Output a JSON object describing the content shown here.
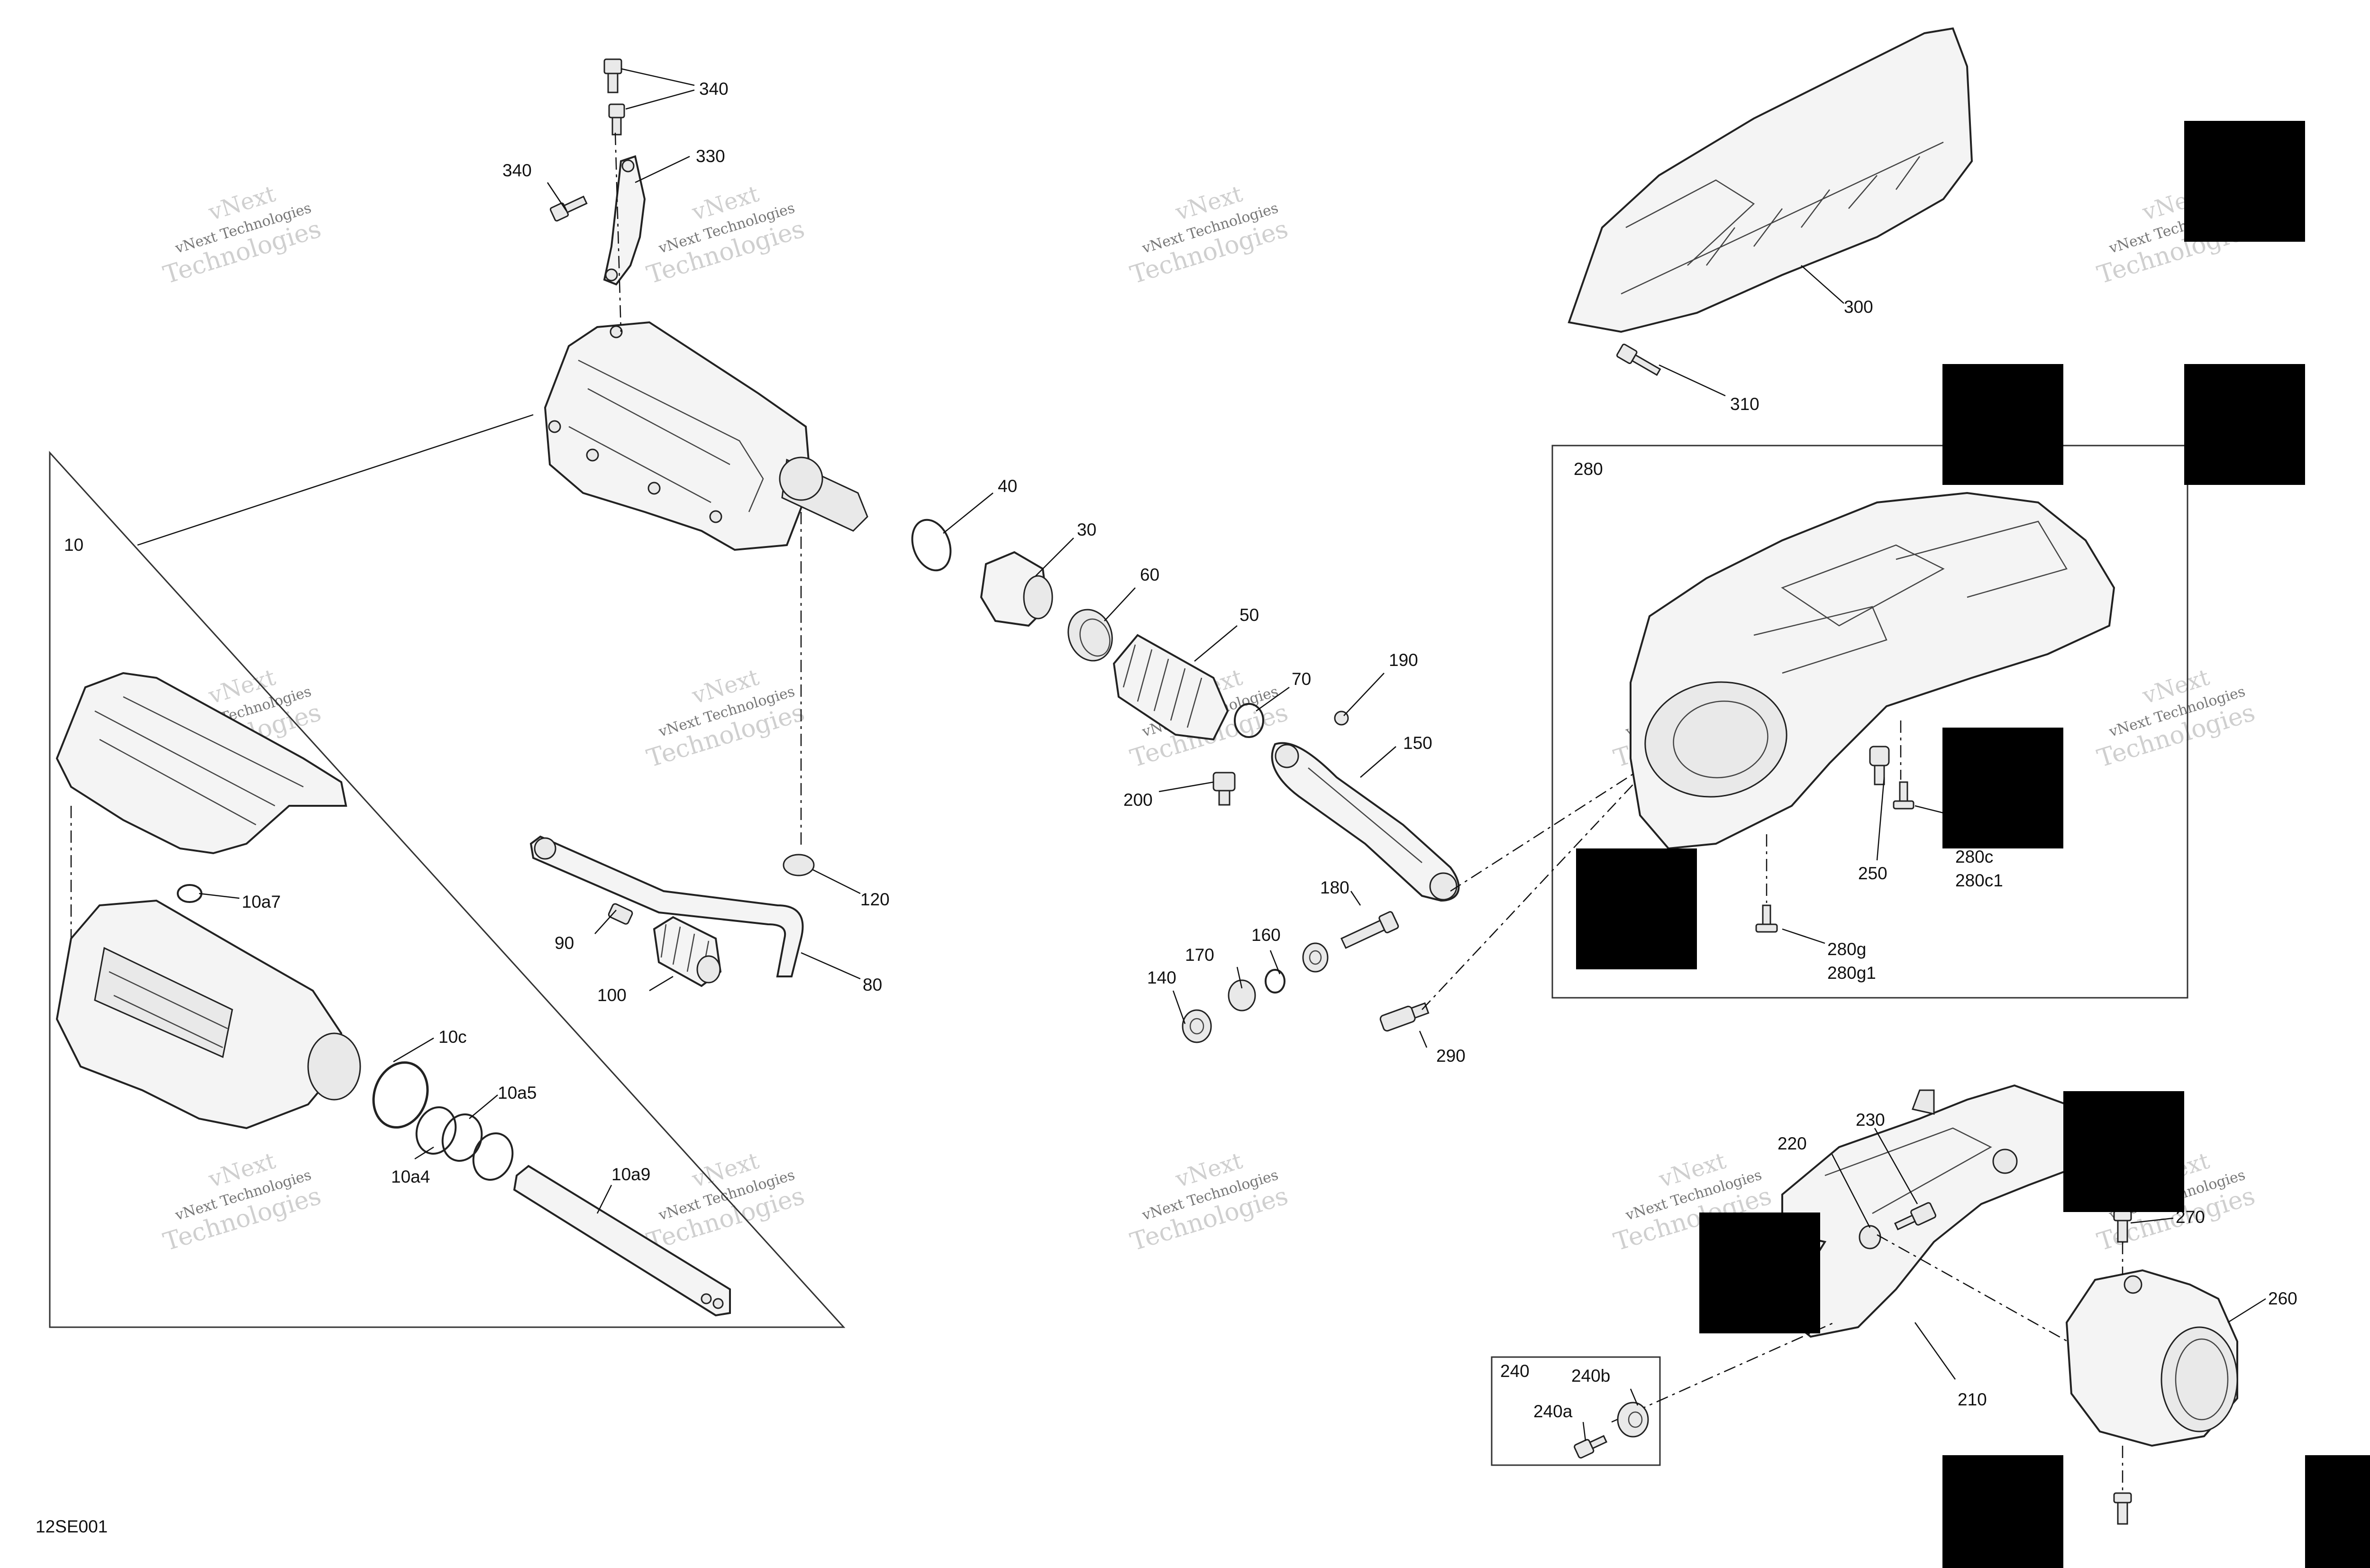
{
  "drawing": {
    "code": "12SE001",
    "watermark": {
      "line1": "vNext",
      "line2": "Technologies",
      "line_small": "vNext Technologies"
    }
  },
  "callouts": [
    "340",
    "340",
    "330",
    "340",
    "10",
    "40",
    "30",
    "60",
    "50",
    "70",
    "190",
    "150",
    "200",
    "180",
    "160",
    "170",
    "140",
    "120",
    "90",
    "100",
    "80",
    "10a7",
    "10c",
    "10a5",
    "10a4",
    "10a9",
    "300",
    "310",
    "280",
    "250",
    "280c",
    "280c1",
    "280g",
    "280g1",
    "290",
    "230",
    "220",
    "270",
    "260",
    "210",
    "240",
    "240b",
    "240a"
  ]
}
